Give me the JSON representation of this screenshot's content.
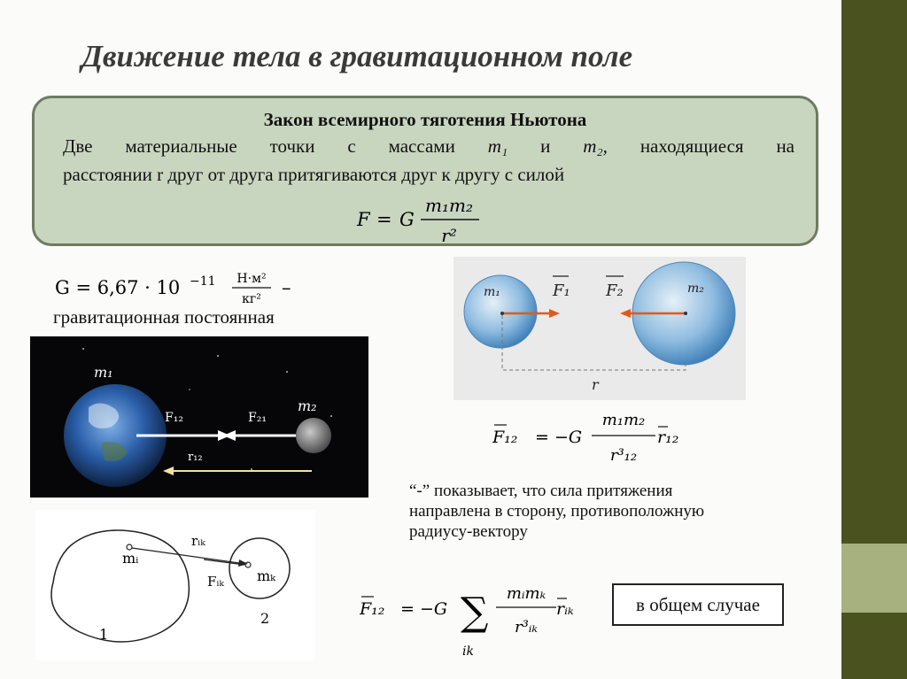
{
  "slide": {
    "title": "Движение тела в гравитационном поле",
    "accent_color": "#4a5220",
    "accent_light": "#a7b07f"
  },
  "law_box": {
    "heading": "Закон всемирного тяготения Ньютона",
    "line1_words": [
      "Две",
      "материальные",
      "точки",
      "с",
      "массами",
      "m₁",
      "и",
      "m₂,",
      "находящиеся",
      "на"
    ],
    "line2": "расстоянии r друг от друга притягиваются друг к другу с силой",
    "formula": {
      "lhs": "F",
      "eq": "=",
      "coef": "G",
      "num": "m₁m₂",
      "den": "r²"
    }
  },
  "constant": {
    "text": "G = 6,67 · 10",
    "exponent": "−11",
    "unit_num": "Н·м²",
    "unit_den": "кг²",
    "dash": "–",
    "label": "гравитационная постоянная"
  },
  "earth_image": {
    "m1": "m₁",
    "m2": "m₂",
    "f12": "F₁₂",
    "f21": "F₂₁",
    "r12": "r₁₂"
  },
  "spheres_image": {
    "m1": "m₁",
    "m2": "m₂",
    "f1": "F₁",
    "f2": "F₂",
    "r": "r"
  },
  "sketch_image": {
    "mi": "mᵢ",
    "mk": "mₖ",
    "rik": "rᵢₖ",
    "fik": "Fᵢₖ",
    "body1": "1",
    "body2": "2"
  },
  "formula_f12": {
    "lhs": "F₁₂",
    "rhs_prefix": "= −G",
    "num": "m₁m₂",
    "den": "r³₁₂",
    "vec": "r₁₂"
  },
  "note": {
    "lines": [
      "“-” показывает, что сила притяжения",
      "направлена в сторону, противоположную",
      "радиусу-вектору"
    ]
  },
  "formula_sum": {
    "lhs": "F₁₂",
    "rhs_prefix": "= −G",
    "sigma": "∑",
    "sub": "ik",
    "num": "mᵢmₖ",
    "den": "r³ᵢₖ",
    "vec": "rᵢₖ"
  },
  "general_case": "в общем случае"
}
